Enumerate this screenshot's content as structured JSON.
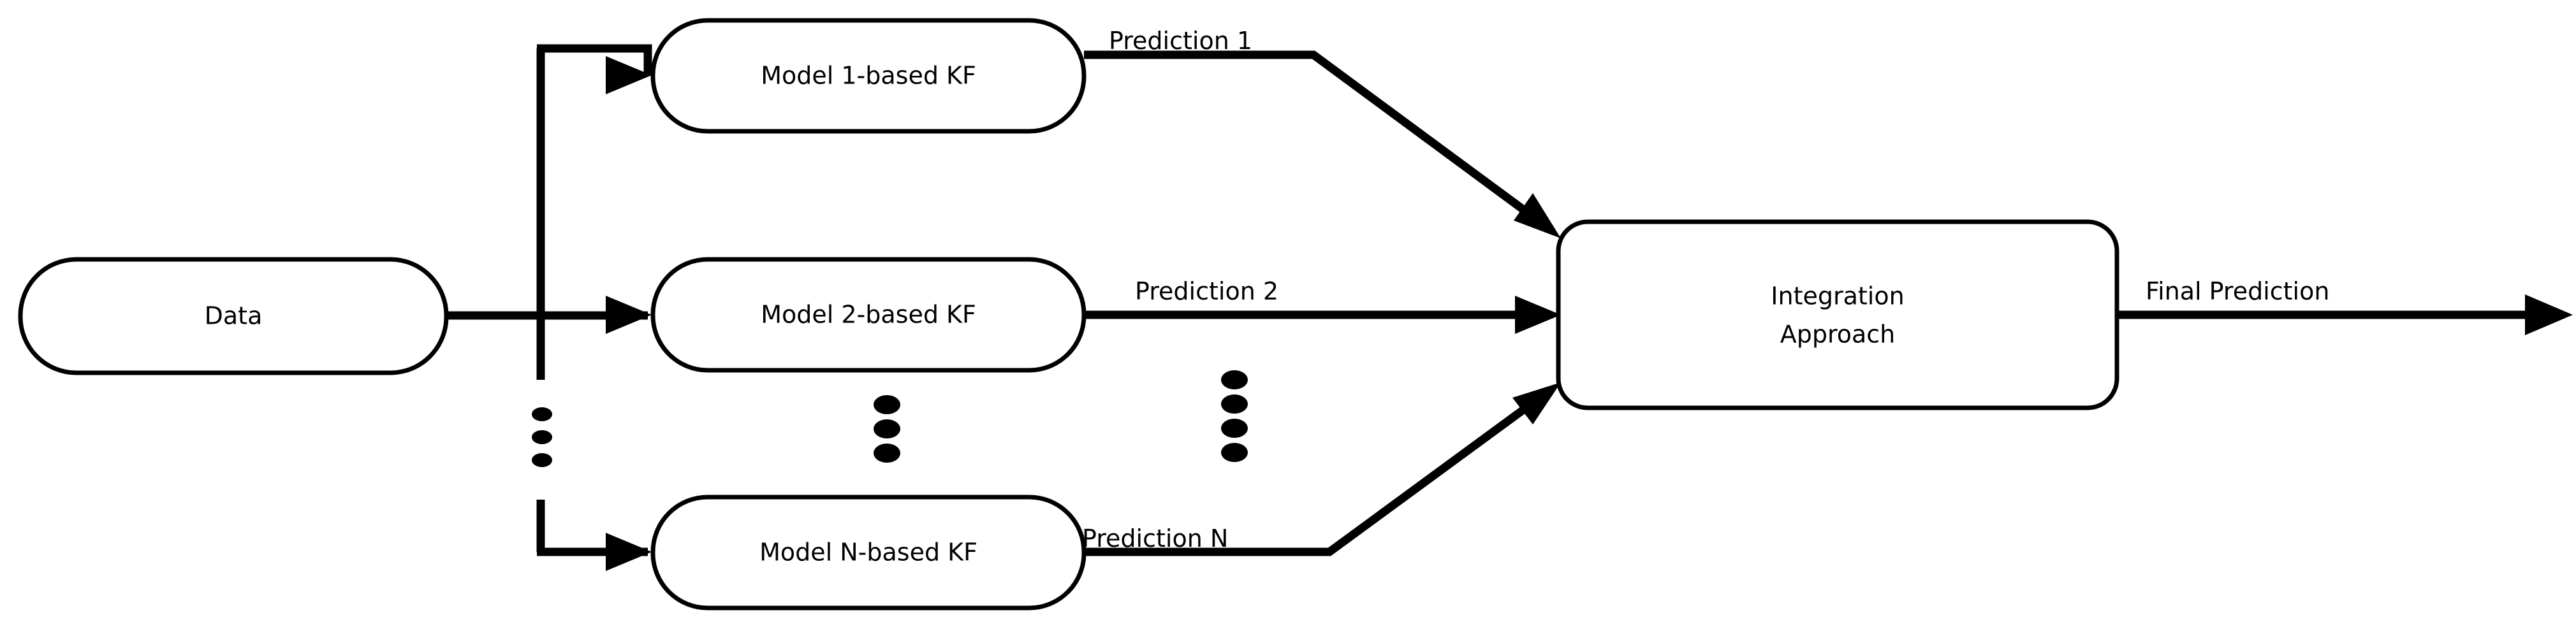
{
  "diagram": {
    "title": "Multi-model Kalman filter integration flow",
    "background_color": "#ffffff",
    "stroke_color": "#000000",
    "nodes": [
      {
        "id": "data",
        "label": "Data",
        "label_line2": ""
      },
      {
        "id": "model1",
        "label": "Model 1-based KF",
        "label_line2": ""
      },
      {
        "id": "model2",
        "label": "Model 2-based KF",
        "label_line2": ""
      },
      {
        "id": "modelN",
        "label": "Model N-based KF",
        "label_line2": ""
      },
      {
        "id": "integration",
        "label": "Integration",
        "label_line2": "Approach"
      }
    ],
    "edge_labels": [
      {
        "id": "prediction1",
        "text": "Prediction 1"
      },
      {
        "id": "prediction2",
        "text": "Prediction 2"
      },
      {
        "id": "predictionN",
        "text": "Prediction N"
      },
      {
        "id": "final-prediction",
        "text": "Final Prediction"
      }
    ],
    "ellipsis": [
      {
        "id": "bus-ellipsis",
        "dots": 3
      },
      {
        "id": "models-ellipsis",
        "dots": 3
      },
      {
        "id": "predictions-ellipsis",
        "dots": 4
      }
    ]
  }
}
